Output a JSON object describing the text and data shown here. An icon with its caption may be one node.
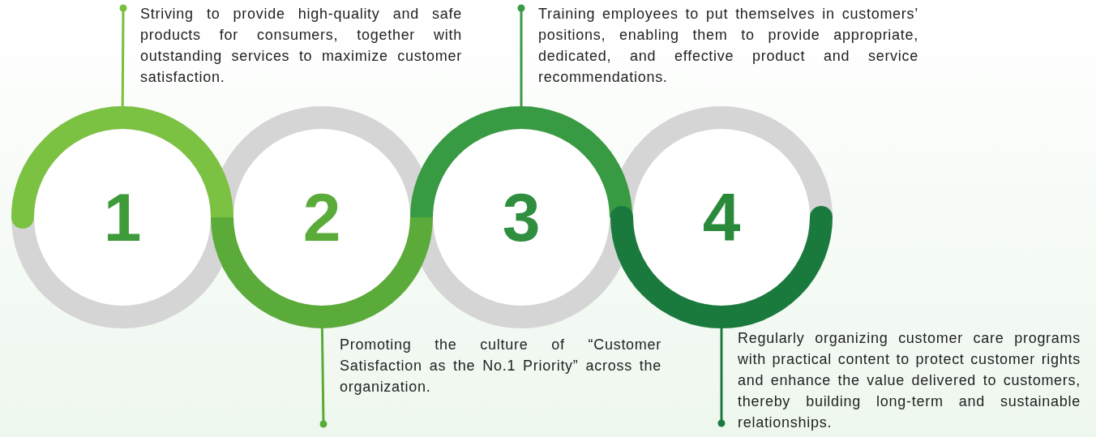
{
  "diagram": {
    "nodes": [
      {
        "text": [
          "Striving to provide high-quality and safe products for consumers, together with outstanding services to maximize customer satisfaction."
        ]
      },
      {
        "text": [
          "Training employees to put themselves in customers’ positions, enabling them to provide appropriate, dedicated, and effective product and service recommendations."
        ]
      },
      {
        "text": [
          "1"
        ]
      },
      {
        "text": [
          "2"
        ]
      },
      {
        "text": [
          "3"
        ]
      },
      {
        "text": [
          "4"
        ]
      },
      {
        "text": [
          "Promoting the culture of “Customer Satisfaction as the No.1 Priority” across the organization."
        ]
      },
      {
        "text": [
          "Regularly organizing customer care programs with practical content to protect customer rights and enhance the value delivered to customers, thereby building long-term and sustainable relationships."
        ]
      }
    ],
    "edges": [
      {
        "from": 0,
        "to": 2,
        "arrow": "other",
        "color": "#78bf3c"
      },
      {
        "from": 1,
        "to": 4,
        "arrow": "other",
        "color": "#3a9a45"
      },
      {
        "from": 6,
        "to": 3,
        "arrow": "other",
        "color": "#5aab3a"
      },
      {
        "from": 7,
        "to": 5,
        "arrow": "other",
        "color": "#1d7a3e"
      }
    ]
  }
}
